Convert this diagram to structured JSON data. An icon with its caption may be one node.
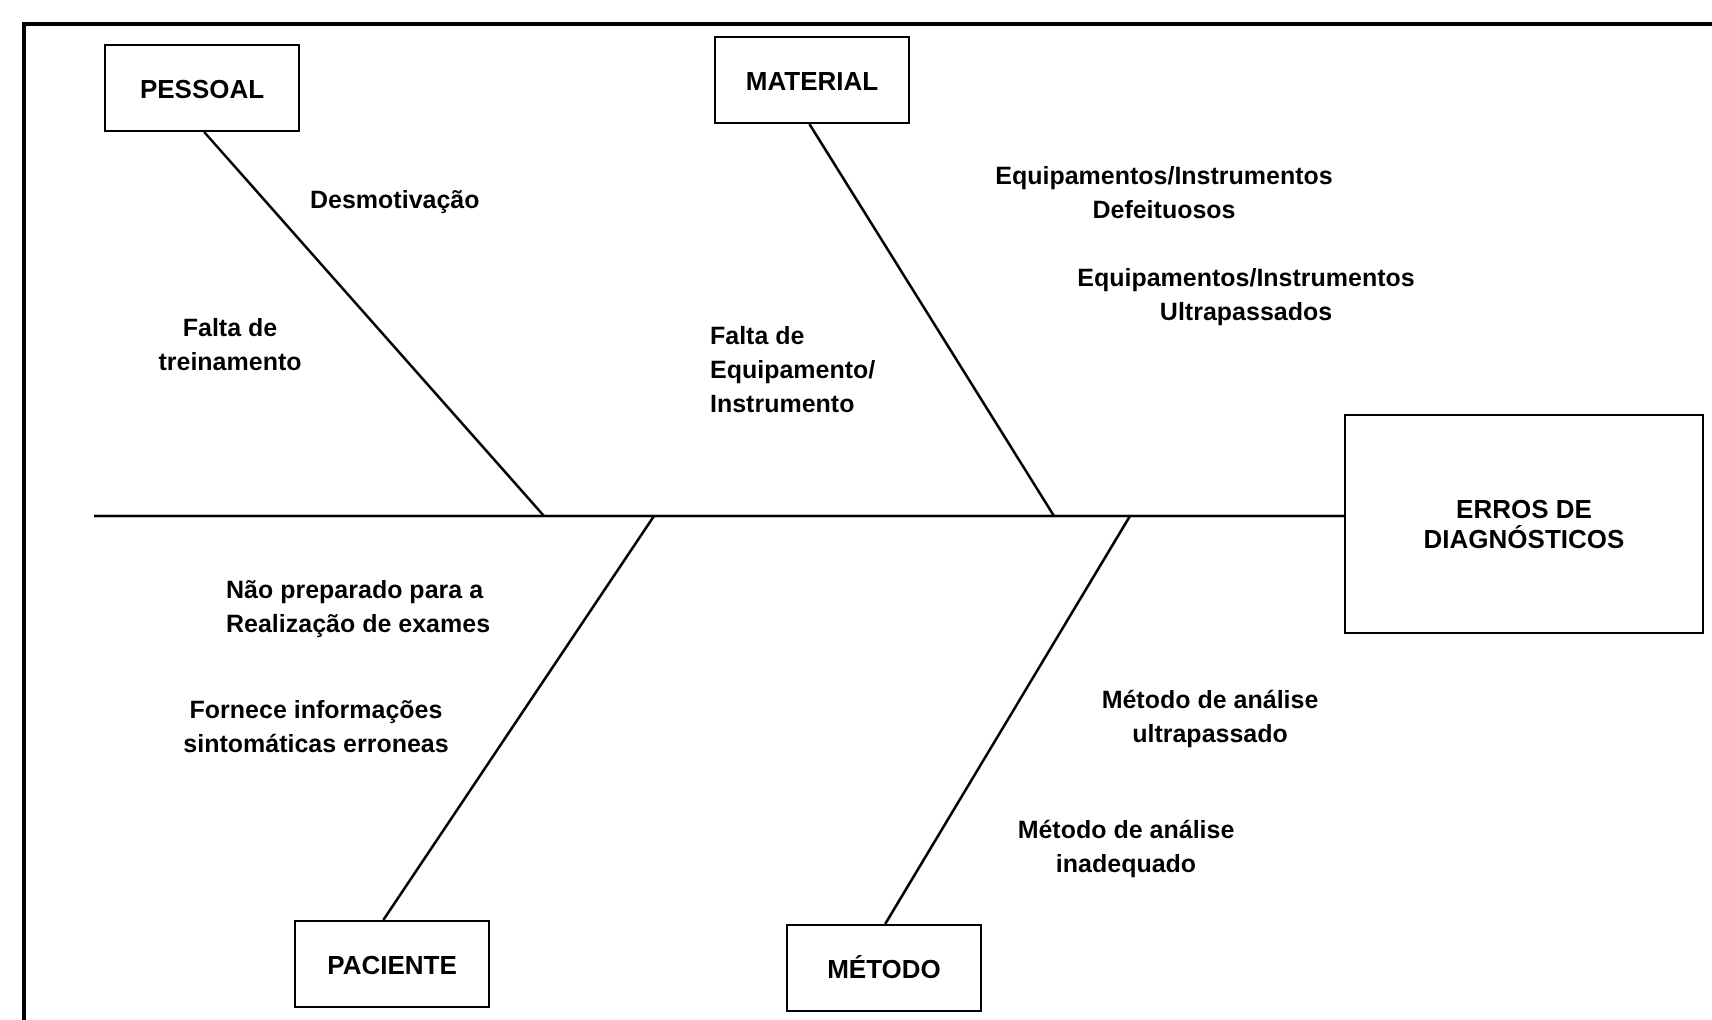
{
  "diagram": {
    "nodes": [
      {
        "text": [
          "PESSOAL"
        ]
      },
      {
        "text": [
          "MATERIAL"
        ]
      },
      {
        "text": [
          "ERROS DE DIAGNÓSTICOS"
        ]
      },
      {
        "text": [
          "PACIENTE"
        ]
      },
      {
        "text": [
          "MÉTODO"
        ]
      }
    ],
    "edges": [
      {
        "from": null,
        "to": 2,
        "arrow": "none"
      },
      {
        "from": 0,
        "to": null,
        "arrow": "none"
      },
      {
        "from": 1,
        "to": null,
        "arrow": "none"
      },
      {
        "from": 3,
        "to": null,
        "arrow": "none"
      },
      {
        "from": 4,
        "to": null,
        "arrow": "none"
      }
    ],
    "labels": [
      "Desmotivação",
      "Equipamentos/Instrumentos Defeituosos",
      "Equipamentos/Instrumentos Ultrapassados",
      "Falta de treinamento",
      "Falta de Equipamento/ Instrumento",
      "Não preparado para a Realização de exames",
      "Fornece informações sintomáticas erroneas",
      "Método de análise ultrapassado",
      "Método de análise inadequado"
    ]
  }
}
